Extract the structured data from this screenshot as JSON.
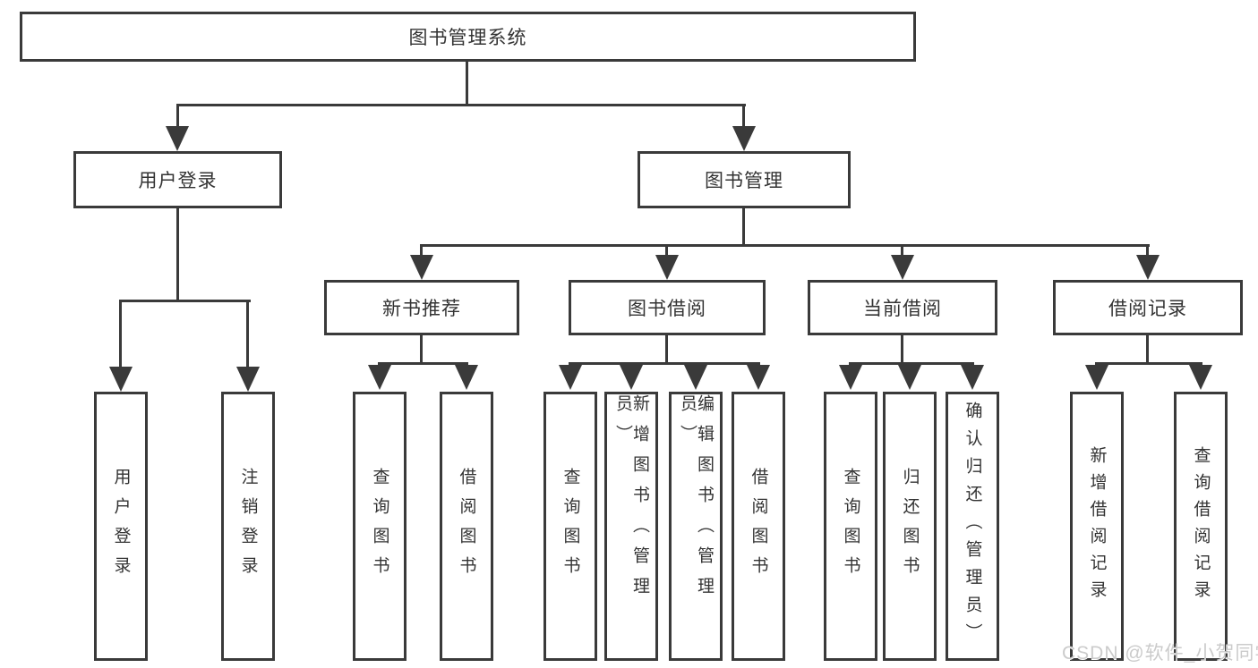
{
  "tree": {
    "root": {
      "label": "图书管理系统",
      "children": [
        {
          "label": "用户登录",
          "children": [
            {
              "label": "用户登录"
            },
            {
              "label": "注销登录"
            }
          ]
        },
        {
          "label": "图书管理",
          "children": [
            {
              "label": "新书推荐",
              "children": [
                {
                  "label": "查询图书"
                },
                {
                  "label": "借阅图书"
                }
              ]
            },
            {
              "label": "图书借阅",
              "children": [
                {
                  "label": "查询图书"
                },
                {
                  "label": "新增图书（管理员）"
                },
                {
                  "label": "编辑图书（管理员）"
                },
                {
                  "label": "借阅图书"
                }
              ]
            },
            {
              "label": "当前借阅",
              "children": [
                {
                  "label": "查询图书"
                },
                {
                  "label": "归还图书"
                },
                {
                  "label": "确认归还（管理员）"
                }
              ]
            },
            {
              "label": "借阅记录",
              "children": [
                {
                  "label": "新增借阅记录"
                },
                {
                  "label": "查询借阅记录"
                }
              ]
            }
          ]
        }
      ]
    }
  },
  "watermark": "CSDN @软件_小贺同学",
  "colors": {
    "line": "#3a3a3a",
    "text": "#333333",
    "background": "#ffffff",
    "watermark": "#cbcbcb"
  }
}
